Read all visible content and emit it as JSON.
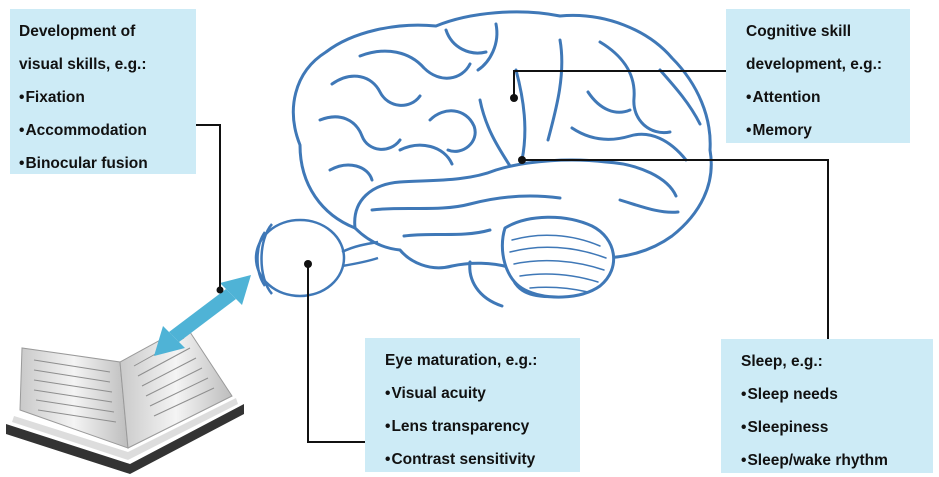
{
  "visual_skills": {
    "heading": [
      "Development of",
      "visual skills, e.g.:"
    ],
    "items": [
      "Fixation",
      "Accommodation",
      "Binocular fusion"
    ]
  },
  "cognitive": {
    "heading": [
      "Cognitive skill",
      "development, e.g.:"
    ],
    "items": [
      "Attention",
      "Memory"
    ]
  },
  "eye": {
    "heading": [
      "Eye maturation, e.g.:"
    ],
    "items": [
      "Visual acuity",
      "Lens transparency",
      "Contrast sensitivity"
    ]
  },
  "sleep": {
    "heading": [
      "Sleep, e.g.:"
    ],
    "items": [
      "Sleep needs",
      "Sleepiness",
      "Sleep/wake rhythm"
    ]
  },
  "colors": {
    "box_fill": "#cdebf6",
    "brain_outline": "#3f78b7",
    "arrow": "#4fb3d6",
    "connector": "#111111"
  },
  "icons": [
    "brain-illustration",
    "eye-illustration",
    "open-book-illustration",
    "double-headed-arrow"
  ]
}
